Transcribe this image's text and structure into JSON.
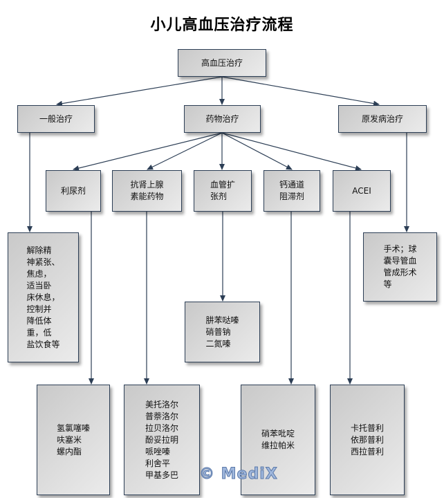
{
  "title": "小儿高血压治疗流程",
  "nodes": {
    "root": "高血压治疗",
    "general": "一般治疗",
    "drug": "药物治疗",
    "primary": "原发病治疗",
    "diuretic": "利尿剂",
    "adrenergic": "抗肾上腺\n素能药物",
    "vasodilator": "血管扩\n张剂",
    "ccb": "钙通道\n阻滞剂",
    "acei": "ACEI",
    "general_detail": "解除精\n神紧张、\n焦虑，\n适当卧\n床休息，\n控制并\n降低体\n重，低\n盐饮食等",
    "primary_detail": "手术；球\n囊导管血\n管成形术\n等",
    "vasodilator_drugs": "肼苯哒嗪\n硝普钠\n二氮嗪",
    "diuretic_drugs": "氢氯噻嗪\n呋塞米\n螺内酯",
    "adrenergic_drugs": "美托洛尔\n普萘洛尔\n拉贝洛尔\n酚妥拉明\n哌唑嗪\n利舍平\n甲基多巴",
    "ccb_drugs": "硝苯吡啶\n维拉帕米",
    "acei_drugs": "卡托普利\n依那普利\n西拉普利"
  },
  "watermark": "© MediX",
  "colors": {
    "line": "#2c3e55",
    "box_border": "#2c3e55"
  }
}
